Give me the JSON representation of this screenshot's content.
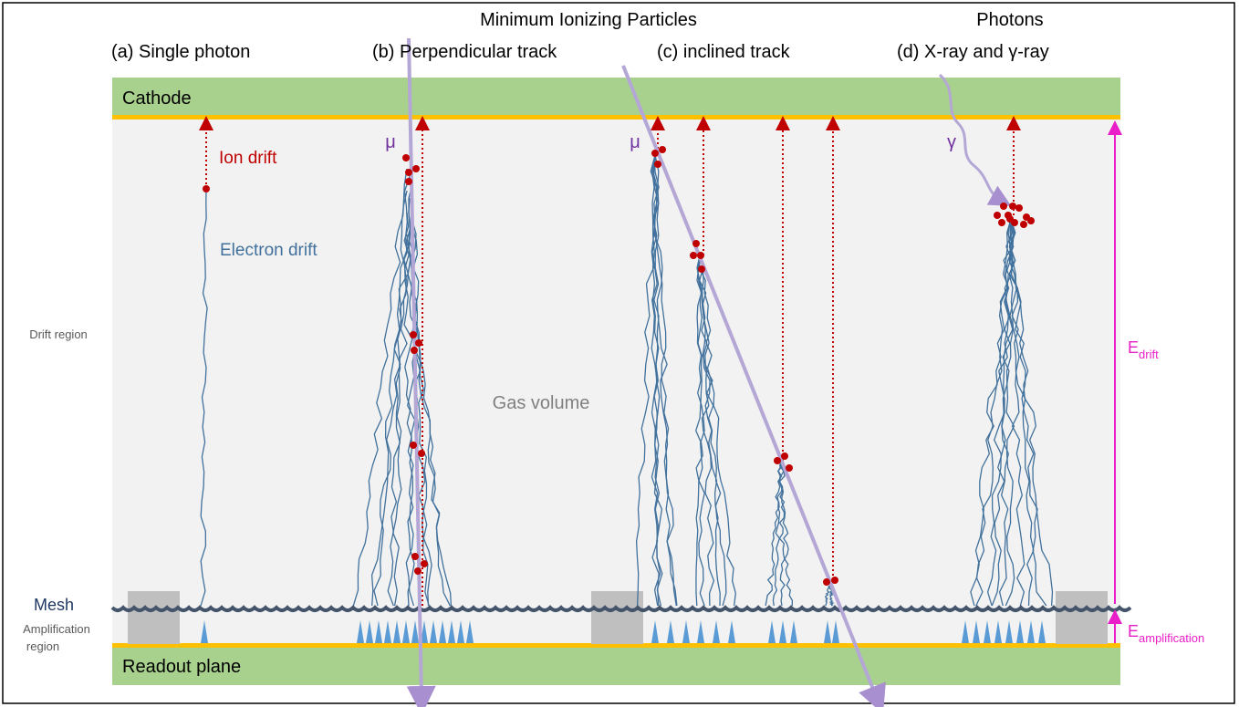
{
  "title_mip": "Minimum Ionizing Particles",
  "title_photons": "Photons",
  "case_a": "(a) Single photon",
  "case_b": "(b) Perpendicular track",
  "case_c": "(c) inclined track",
  "case_d": "(d) X-ray and γ-ray",
  "cathode": "Cathode",
  "readout": "Readout plane",
  "mesh": "Mesh",
  "amp_region_1": "Amplification",
  "amp_region_2": "region",
  "drift_region": "Drift region",
  "ion_drift": "Ion drift",
  "electron_drift": "Electron drift",
  "gas_volume": "Gas volume",
  "mu_b": "μ",
  "mu_c": "μ",
  "gamma": "γ",
  "e_drift_main": "E",
  "e_drift_sub": "drift",
  "e_amp_main": "E",
  "e_amp_sub": "amplification",
  "colors": {
    "electrode": "#a9d18e",
    "strip": "#ffc000",
    "gas": "#f2f2f2",
    "electron": "#41719c",
    "ion": "#c00000",
    "muon": "#b4a7d6",
    "field": "#e91ec8",
    "pillar": "#bfbfbf",
    "avalanche": "#5b9bd5",
    "mesh": "#44546a"
  }
}
